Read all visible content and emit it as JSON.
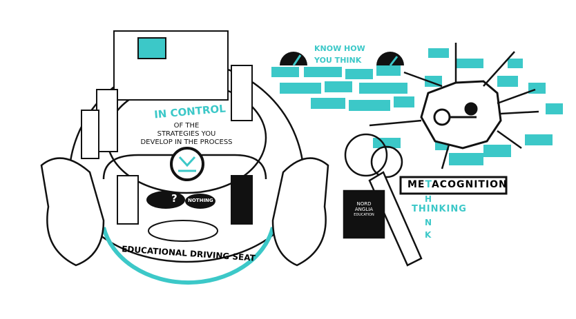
{
  "colors": {
    "accent": "#3cc8c8",
    "ink": "#111111",
    "background": "#ffffff"
  },
  "seat": {
    "heading": "IN CONTROL",
    "line1": "OF THE",
    "line2": "STRATEGIES YOU",
    "line3": "DEVELOP IN THE PROCESS",
    "arc_label": "EDUCATIONAL DRIVING SEAT",
    "bubble_question": "?",
    "bubble_answer": "NOTHING"
  },
  "brain": {
    "heading_line1": "KNOW HOW",
    "heading_line2": "YOU THINK"
  },
  "key": {
    "tag_line1": "NORD",
    "tag_line2": "ANGLIA",
    "tag_line3": "EDUCATION"
  },
  "crossword": {
    "across_word": "METACOGNITION",
    "across_pre": "ME",
    "across_t": "T",
    "across_post": "ACOGNITION",
    "thinking": "THINKING",
    "vertical_letters": [
      "H",
      "N",
      "K"
    ]
  },
  "icons": [
    "gauge-icon",
    "brain-maze-icon",
    "key-icon",
    "steering-wheel-logo-icon"
  ]
}
